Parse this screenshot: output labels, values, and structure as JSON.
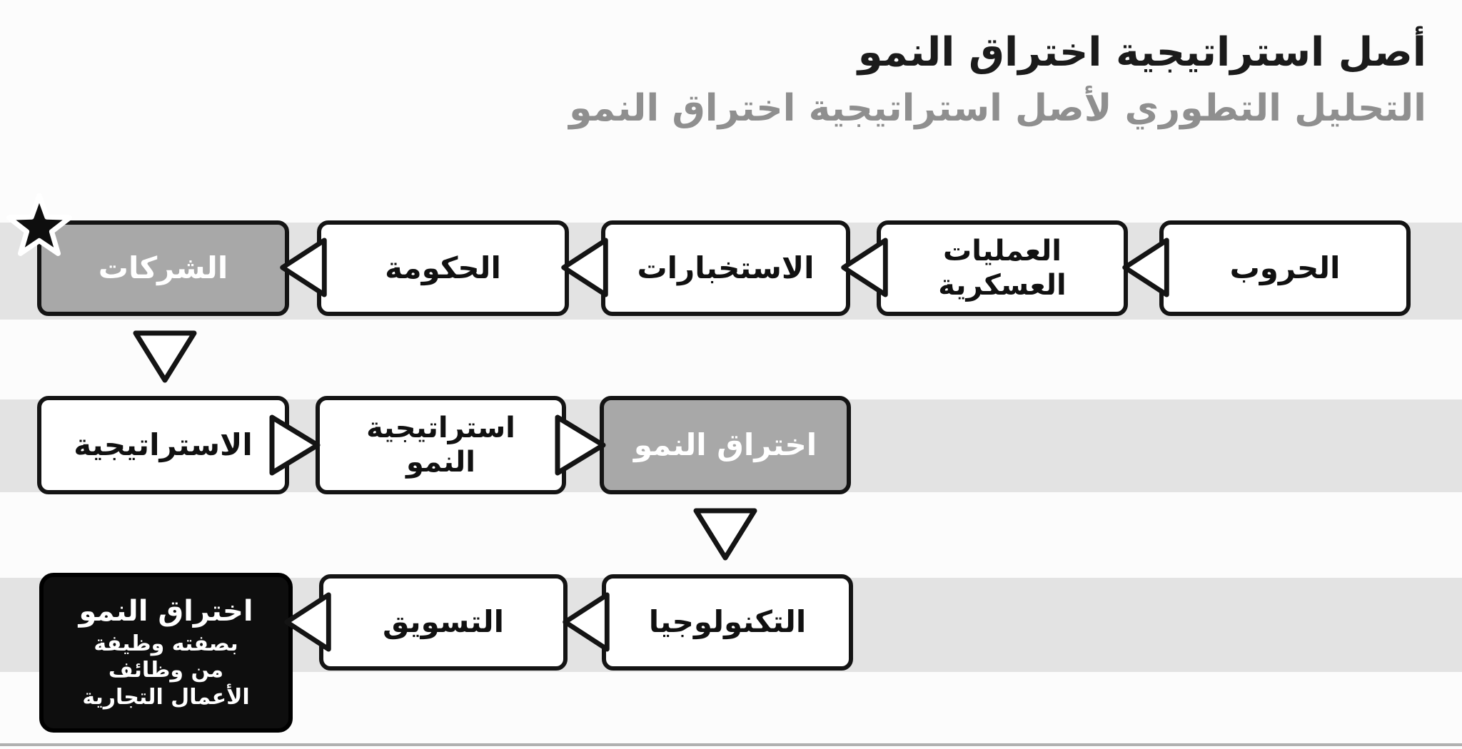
{
  "header": {
    "title": "أصل استراتيجية اختراق النمو",
    "subtitle": "التحليل التطوري لأصل استراتيجية اختراق النمو"
  },
  "diagram": {
    "rows": [
      {
        "name": "military-evolution-row",
        "direction": "right-to-left"
      },
      {
        "name": "strategy-evolution-row",
        "direction": "left-to-right"
      },
      {
        "name": "business-function-row",
        "direction": "right-to-left"
      }
    ],
    "nodes": {
      "wars": {
        "label": "الحروب"
      },
      "military_operations": {
        "label": "العمليات\nالعسكرية"
      },
      "intelligence": {
        "label": "الاستخبارات"
      },
      "government": {
        "label": "الحكومة"
      },
      "companies": {
        "label": "الشركات",
        "highlighted": true,
        "marker": "star-icon"
      },
      "strategy": {
        "label": "الاستراتيجية"
      },
      "growth_strategy": {
        "label": "استراتيجية\nالنمو"
      },
      "growth_hacking": {
        "label": "اختراق النمو",
        "highlighted": true
      },
      "technology": {
        "label": "التكنولوجيا"
      },
      "marketing": {
        "label": "التسويق"
      },
      "growth_hacking_function": {
        "title": "اختراق النمو",
        "subtitle": "بصفته وظيفة\nمن وظائف\nالأعمال التجارية",
        "final": true
      }
    }
  },
  "icons": {
    "star": "star-icon"
  },
  "colors": {
    "band": "#e3e3e3",
    "node_fill": "#ffffff",
    "node_border": "#141414",
    "highlight_fill": "#a8a8a8",
    "final_fill": "#0e0e0e",
    "title": "#1b1b1b",
    "subtitle": "#8f8f8f",
    "divider": "#b0b0b0"
  }
}
